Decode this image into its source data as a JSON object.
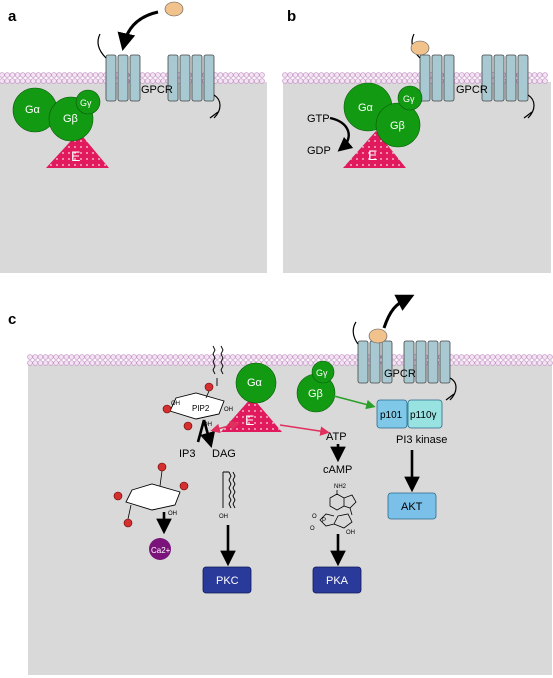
{
  "panels": {
    "a": {
      "letter": "a",
      "g_alpha": "Gα",
      "g_beta": "Gβ",
      "g_gamma": "Gγ",
      "effector": "E",
      "receptor": "GPCR"
    },
    "b": {
      "letter": "b",
      "g_alpha": "Gα",
      "g_beta": "Gβ",
      "g_gamma": "Gγ",
      "effector": "E",
      "receptor": "GPCR",
      "gtp": "GTP",
      "gdp": "GDP"
    },
    "c": {
      "letter": "c",
      "g_alpha": "Gα",
      "g_beta": "Gβ",
      "g_gamma": "Gγ",
      "effector": "E",
      "receptor": "GPCR",
      "pip2": "PIP2",
      "ip3": "IP3",
      "dag": "DAG",
      "atp": "ATP",
      "camp": "cAMP",
      "nh2": "NH2",
      "o": "O",
      "oh": "OH",
      "p": "P",
      "p101": "p101",
      "p110": "p110γ",
      "pi3k": "PI3 kinase",
      "akt": "AKT",
      "pkc": "PKC",
      "pka": "PKA",
      "calcium": "Ca2+"
    }
  },
  "colors": {
    "membrane": "#c89bc8",
    "cytoplasm": "#d9d9d9",
    "g_protein": "#129b12",
    "effector": "#e01a5c",
    "receptor": "#a9c9d2",
    "ligand": "#f2c28c",
    "kinase": "#2a3a9a",
    "pi3k_p101": "#7fc8e8",
    "pi3k_p110": "#98e2e2",
    "akt": "#7ac0e8",
    "calcium": "#7a147a",
    "pink_arrow": "#e0305e",
    "green_arrow": "#2aa02a"
  }
}
